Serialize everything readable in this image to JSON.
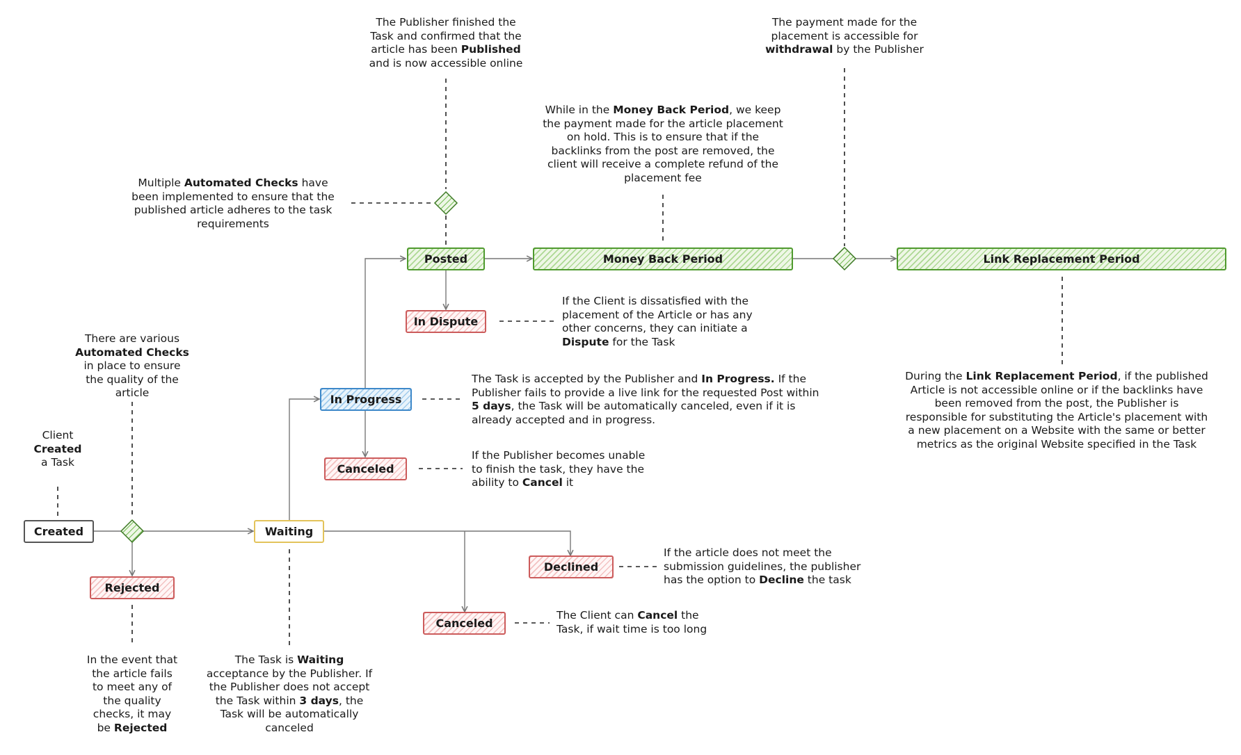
{
  "nodes": {
    "created": "Created",
    "rejected": "Rejected",
    "waiting": "Waiting",
    "in_progress": "In Progress",
    "canceled_publisher": "Canceled",
    "posted": "Posted",
    "in_dispute": "In Dispute",
    "money_back_period": "Money Back Period",
    "link_replacement_period": "Link Replacement Period",
    "declined": "Declined",
    "canceled_client": "Canceled"
  },
  "notes": {
    "created": {
      "l1": "Client",
      "l2_bold": "Created",
      "l3": "a Task"
    },
    "automated_checks_1": {
      "l1": "There are various",
      "l2_bold": "Automated Checks",
      "l3": "in place to ensure",
      "l4": "the quality of the",
      "l5": "article"
    },
    "rejected": {
      "l1": "In the event that",
      "l2": "the article fails",
      "l3": "to meet any of",
      "l4": "the quality",
      "l5": "checks, it may",
      "l6_pre": "be ",
      "l6_bold": "Rejected"
    },
    "waiting": {
      "l1_pre": "The Task is ",
      "l1_bold": "Waiting",
      "l2": "acceptance by the Publisher. If",
      "l3": "the Publisher does not accept",
      "l4_pre": "the Task within ",
      "l4_bold": "3 days",
      "l4_post": ", the",
      "l5": "Task will be automatically",
      "l6": "canceled"
    },
    "in_progress": {
      "l1_pre": "The Task is accepted by the Publisher and ",
      "l1_bold": "In Progress.",
      "l1_post": " If the",
      "l2": "Publisher fails to provide a live link for the requested Post within",
      "l3_bold": "5 days",
      "l3_post": ", the Task will be automatically canceled, even if it is",
      "l4": "already accepted and in progress."
    },
    "canceled_publisher": {
      "l1": "If the Publisher becomes unable",
      "l2": "to finish the task, they have the",
      "l3_pre": "ability to ",
      "l3_bold": "Cancel",
      "l3_post": " it"
    },
    "declined": {
      "l1": "If the article does not meet the",
      "l2": "submission guidelines, the publisher",
      "l3_pre": "has the option to ",
      "l3_bold": "Decline",
      "l3_post": " the task"
    },
    "canceled_client": {
      "l1_pre": "The Client can ",
      "l1_bold": "Cancel",
      "l1_post": " the",
      "l2": "Task, if wait time is too long"
    },
    "automated_checks_2": {
      "l1_pre": "Multiple ",
      "l1_bold": "Automated Checks",
      "l1_post": " have",
      "l2": "been implemented to ensure that the",
      "l3": "published article adheres to the task",
      "l4": "requirements"
    },
    "posted": {
      "l1": "The Publisher finished the",
      "l2": "Task and confirmed that the",
      "l3_pre": "article has been ",
      "l3_bold": "Published",
      "l4": "and is now accessible online"
    },
    "in_dispute": {
      "l1": "If the Client is dissatisfied with the",
      "l2": "placement of the Article or has any",
      "l3": "other concerns, they can initiate a",
      "l4_bold": "Dispute",
      "l4_post": " for the Task"
    },
    "money_back": {
      "l1_pre": "While in the ",
      "l1_bold": "Money Back Period",
      "l1_post": ", we keep",
      "l2": "the payment made for the article placement",
      "l3": "on hold. This is to ensure that if the",
      "l4": "backlinks from the post are removed, the",
      "l5": "client will receive a complete refund of the",
      "l6": "placement fee"
    },
    "withdrawal": {
      "l1": "The payment made for the",
      "l2": "placement is accessible for",
      "l3_bold": "withdrawal",
      "l3_post": " by the Publisher"
    },
    "link_replacement": {
      "l1_pre": "During the ",
      "l1_bold": "Link Replacement Period",
      "l1_post": ", if the published",
      "l2": "Article is not accessible online or if the backlinks have",
      "l3": "been removed from the post, the Publisher is",
      "l4": "responsible for substituting the Article's placement with",
      "l5": "a new placement on a Website with the same or better",
      "l6": "metrics as the original Website specified in the Task"
    }
  },
  "colors": {
    "success_border": "#4f9a2e",
    "failure_border": "#cc5b5b",
    "progress_border": "#3d88c9",
    "waiting_border": "#e3c35a",
    "neutral_border": "#555555",
    "connector": "#777777",
    "leader": "#222222"
  }
}
